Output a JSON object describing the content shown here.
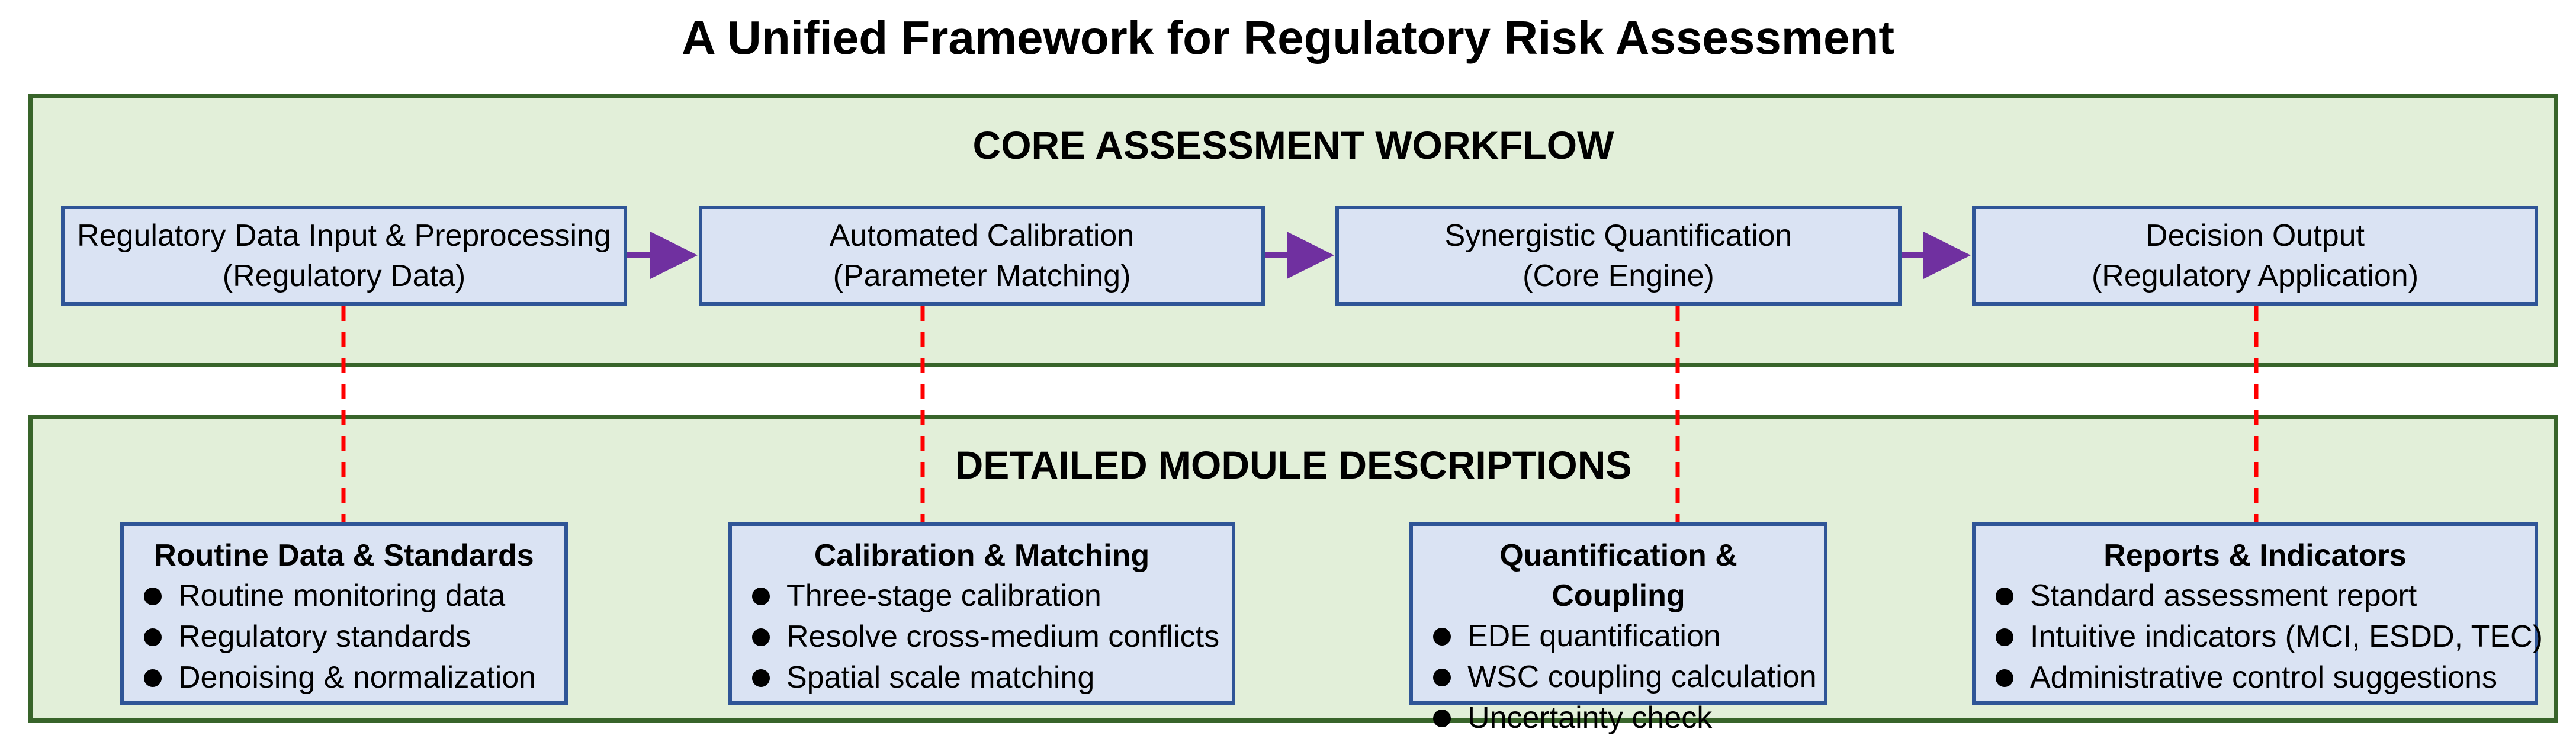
{
  "title": "A Unified Framework for Regulatory Risk Assessment",
  "workflow_panel": {
    "heading": "CORE ASSESSMENT WORKFLOW",
    "steps": [
      {
        "line1": "Regulatory Data Input & Preprocessing",
        "line2": "(Regulatory Data)"
      },
      {
        "line1": "Automated Calibration",
        "line2": "(Parameter Matching)"
      },
      {
        "line1": "Synergistic Quantification",
        "line2": "(Core Engine)"
      },
      {
        "line1": "Decision Output",
        "line2": "(Regulatory Application)"
      }
    ]
  },
  "modules_panel": {
    "heading": "DETAILED MODULE DESCRIPTIONS",
    "modules": [
      {
        "title": "Routine Data & Standards",
        "items": [
          "Routine monitoring data",
          "Regulatory standards",
          "Denoising & normalization"
        ]
      },
      {
        "title": "Calibration & Matching",
        "items": [
          "Three-stage calibration",
          "Resolve cross-medium conflicts",
          "Spatial scale matching"
        ]
      },
      {
        "title": "Quantification & Coupling",
        "items": [
          "EDE quantification",
          "WSC coupling calculation",
          "Uncertainty check"
        ]
      },
      {
        "title": "Reports & Indicators",
        "items": [
          "Standard assessment report",
          "Intuitive indicators (MCI, ESDD, TEC)",
          "Administrative control suggestions"
        ]
      }
    ]
  },
  "colors": {
    "panel_fill": "#e2efd9",
    "panel_border": "#38642a",
    "box_fill": "#dae3f3",
    "box_border": "#2f5597",
    "arrow": "#7030a0",
    "connector": "#ff0000"
  }
}
